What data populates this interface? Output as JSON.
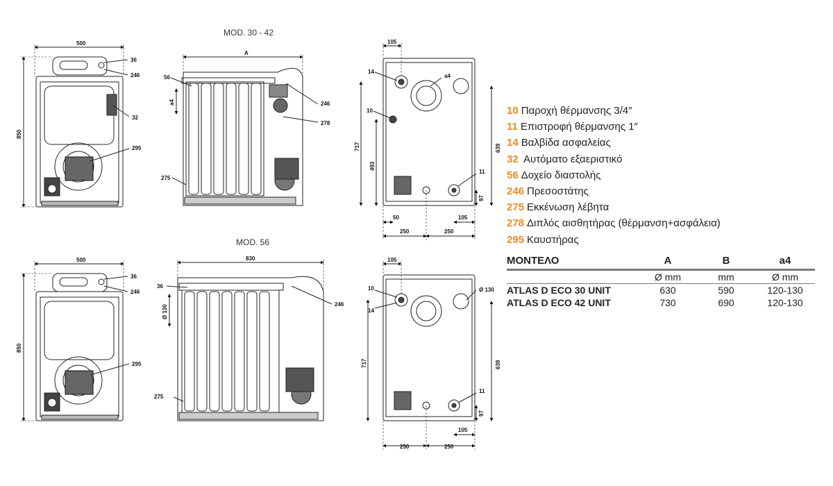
{
  "titles": {
    "mod_top": "MOD. 30 - 42",
    "mod_bottom": "MOD. 56"
  },
  "dimensions": {
    "w500": "500",
    "h850": "850",
    "a": "A",
    "w830": "830",
    "w105": "105",
    "h717": "717",
    "h639": "639",
    "h493": "493",
    "h97": "97",
    "w50": "50",
    "w250": "250",
    "a4": "a4",
    "d130": "Ø 130"
  },
  "callouts": {
    "c10": "10",
    "c11": "11",
    "c14": "14",
    "c32": "32",
    "c36": "36",
    "c56": "56",
    "c246": "246",
    "c275": "275",
    "c278": "278",
    "c295": "295"
  },
  "legend": [
    {
      "code": "10",
      "text": "Παροχή θέρμανσης 3/4″"
    },
    {
      "code": "11",
      "text": "Επιστροφή θέρμανσης 1″"
    },
    {
      "code": "14",
      "text": "Βαλβίδα ασφαλείας"
    },
    {
      "code": "32",
      "text": " Αυτόματο εξαεριστικό"
    },
    {
      "code": "56",
      "text": "Δοχείο διαστολής"
    },
    {
      "code": "246",
      "text": "Πρεσοστάτης"
    },
    {
      "code": "275",
      "text": "Εκκένωση λέβητα"
    },
    {
      "code": "278",
      "text": "Διπλός αισθητήρας (θέρμανση+ασφάλεια)"
    },
    {
      "code": "295",
      "text": "Καυστήρας"
    }
  ],
  "table": {
    "headers": [
      "ΜΟΝΤΕΛΟ",
      "A",
      "B",
      "a4"
    ],
    "units": [
      "",
      "Ø mm",
      "mm",
      "Ø mm"
    ],
    "rows": [
      [
        "ATLAS D ECO 30 UNIT",
        "630",
        "590",
        "120-130"
      ],
      [
        "ATLAS D ECO 42 UNIT",
        "730",
        "690",
        "120-130"
      ]
    ]
  },
  "colors": {
    "accent": "#f08a22",
    "line": "#222222",
    "rule": "#777777"
  }
}
